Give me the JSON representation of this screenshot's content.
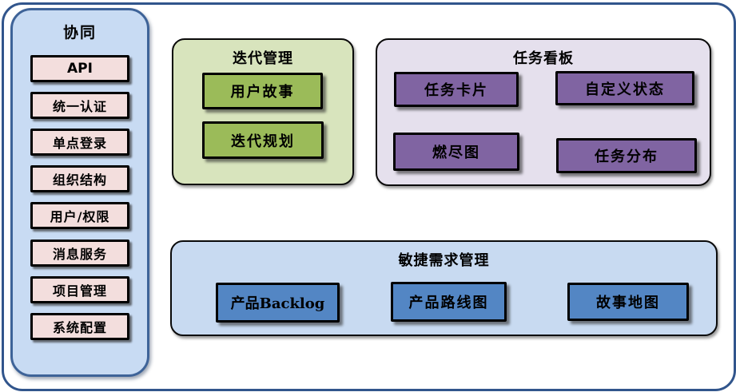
{
  "sidebar": {
    "title": "协同",
    "items": [
      {
        "label": "API"
      },
      {
        "label": "统一认证"
      },
      {
        "label": "单点登录"
      },
      {
        "label": "组织结构"
      },
      {
        "label": "用户/权限"
      },
      {
        "label": "消息服务"
      },
      {
        "label": "项目管理"
      },
      {
        "label": "系统配置"
      }
    ]
  },
  "panels": {
    "iteration": {
      "title": "迭代管理",
      "items": [
        {
          "label": "用户故事"
        },
        {
          "label": "迭代规划"
        }
      ]
    },
    "kanban": {
      "title": "任务看板",
      "items": [
        {
          "label": "任务卡片"
        },
        {
          "label": "自定义状态"
        },
        {
          "label": "燃尽图"
        },
        {
          "label": "任务分布"
        }
      ]
    },
    "agile": {
      "title": "敏捷需求管理",
      "items": [
        {
          "label": "产品Backlog"
        },
        {
          "label": "产品路线图"
        },
        {
          "label": "故事地图"
        }
      ]
    }
  },
  "colors": {
    "outer_frame_border": "#31558c",
    "sidebar_fill": "#c8dbf3",
    "sidebar_border": "#3e6398",
    "sidebar_item_fill": "#f3dedd",
    "iteration_panel_fill": "#d8e4bd",
    "iteration_node_fill": "#9bbb59",
    "kanban_panel_fill": "#e5e0ed",
    "kanban_node_fill": "#8064a2",
    "agile_panel_fill": "#c8daf1",
    "agile_node_fill": "#5386c4",
    "node_border": "#000000"
  }
}
